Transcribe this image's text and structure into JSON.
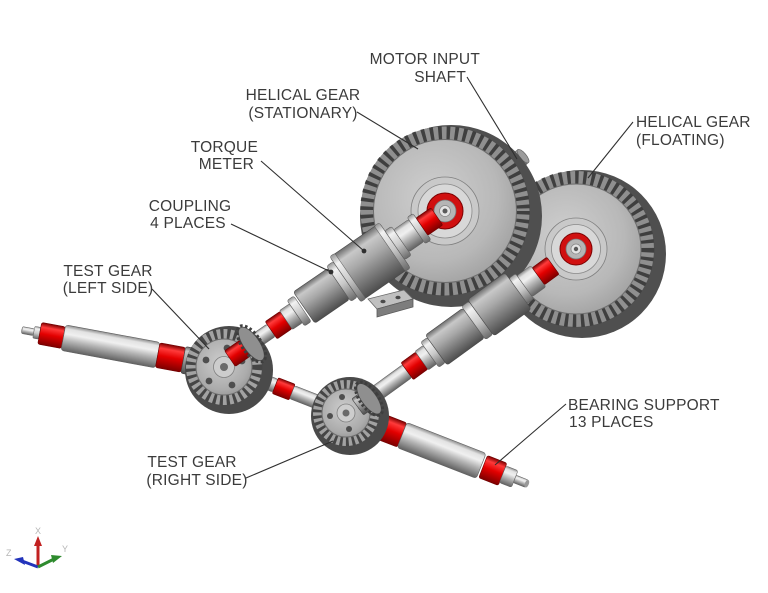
{
  "scene": {
    "background": "#ffffff",
    "description": "Isometric CAD rendering of a four-square helical gear test rig with callout labels"
  },
  "labels": {
    "motor_input_shaft": {
      "line1": "MOTOR INPUT",
      "line2": "SHAFT"
    },
    "helical_gear_stationary": {
      "line1": "HELICAL GEAR",
      "line2": "(STATIONARY)"
    },
    "helical_gear_floating": {
      "line1": "HELICAL GEAR",
      "line2": "(FLOATING)"
    },
    "torque_meter": {
      "line1": "TORQUE",
      "line2": "METER"
    },
    "coupling": {
      "line1": "COUPLING",
      "line2": "4 PLACES"
    },
    "test_gear_left": {
      "line1": "TEST GEAR",
      "line2": "(LEFT SIDE)"
    },
    "test_gear_right": {
      "line1": "TEST GEAR",
      "line2": "(RIGHT SIDE)"
    },
    "bearing_support": {
      "line1": "BEARING SUPPORT",
      "line2": "13 PLACES"
    }
  },
  "axis_triad": {
    "x_label": "X",
    "y_label": "Y",
    "z_label": "Z"
  },
  "colors": {
    "bearing_red": "#d40000",
    "metal_gray": "#a9a9a9",
    "label_text": "#3b3b3b",
    "leader_line": "#2f2f2f",
    "axis_x_red": "#c22121",
    "axis_y_green": "#2e8b2e",
    "axis_z_blue": "#2233bb"
  }
}
